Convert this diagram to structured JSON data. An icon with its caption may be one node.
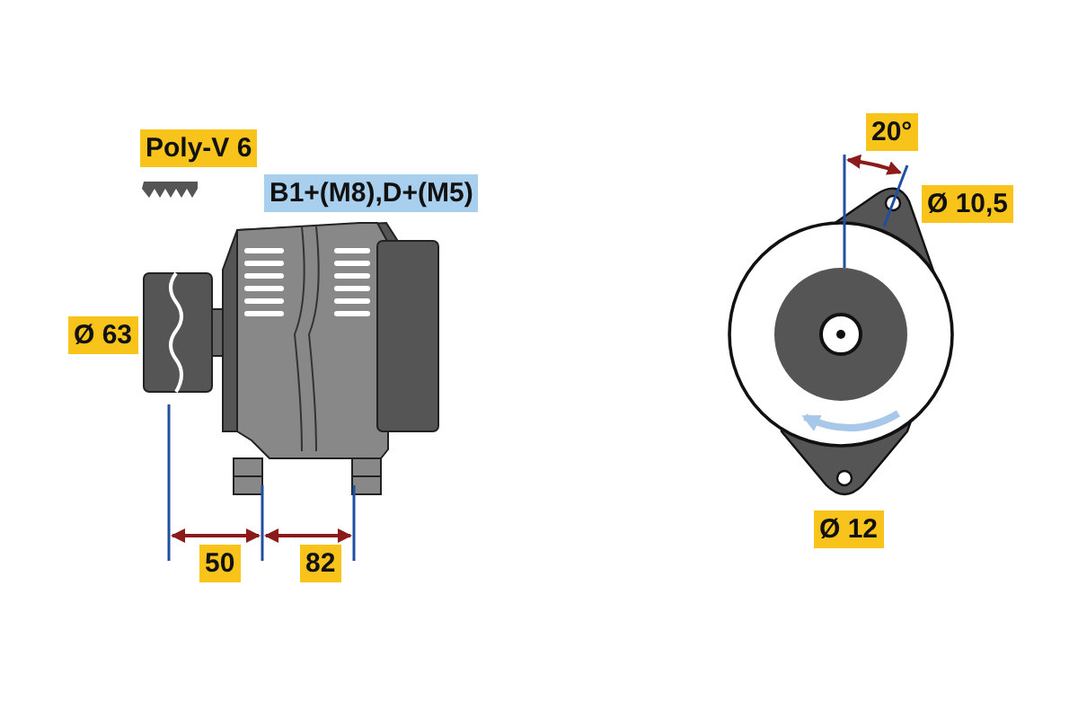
{
  "diagram": {
    "labels": [
      "Poly-V 6",
      "B1+(M8),D+(M5)",
      "Ø 63",
      "50",
      "82",
      "20°",
      "Ø 10,5",
      "Ø 12"
    ]
  }
}
